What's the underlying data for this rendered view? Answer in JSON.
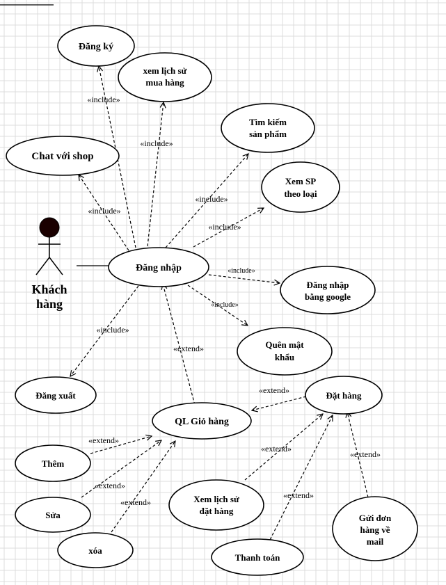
{
  "actor": {
    "name_line1": "Khách",
    "name_line2": "hàng"
  },
  "stereotypes": {
    "include": "«include»",
    "extend": "«extend»"
  },
  "use_cases": {
    "dang_ky": "Đăng ký",
    "xem_lich_su_mua_hang": [
      "xem lịch sử",
      "mua hàng"
    ],
    "tim_kiem_san_pham": [
      "Tìm kiếm",
      "sản phẩm"
    ],
    "chat_voi_shop": "Chat với shop",
    "xem_sp_theo_loai": [
      "Xem SP",
      "theo loại"
    ],
    "dang_nhap": "Đăng nhập",
    "dang_nhap_google": [
      "Đăng nhập",
      "bằng google"
    ],
    "quen_mat_khau": [
      "Quên mật",
      "khẩu"
    ],
    "dang_xuat": "Đăng xuất",
    "dat_hang": "Đặt hàng",
    "ql_gio_hang": "QL Giỏ hàng",
    "them": "Thêm",
    "sua": "Sửa",
    "xoa": "xóa",
    "xem_lich_su_dat_hang": [
      "Xem lịch sử",
      "đặt hàng"
    ],
    "gui_don_hang": [
      "Gửi đơn",
      "hàng về",
      "mail"
    ],
    "thanh_toan": "Thanh toán"
  }
}
